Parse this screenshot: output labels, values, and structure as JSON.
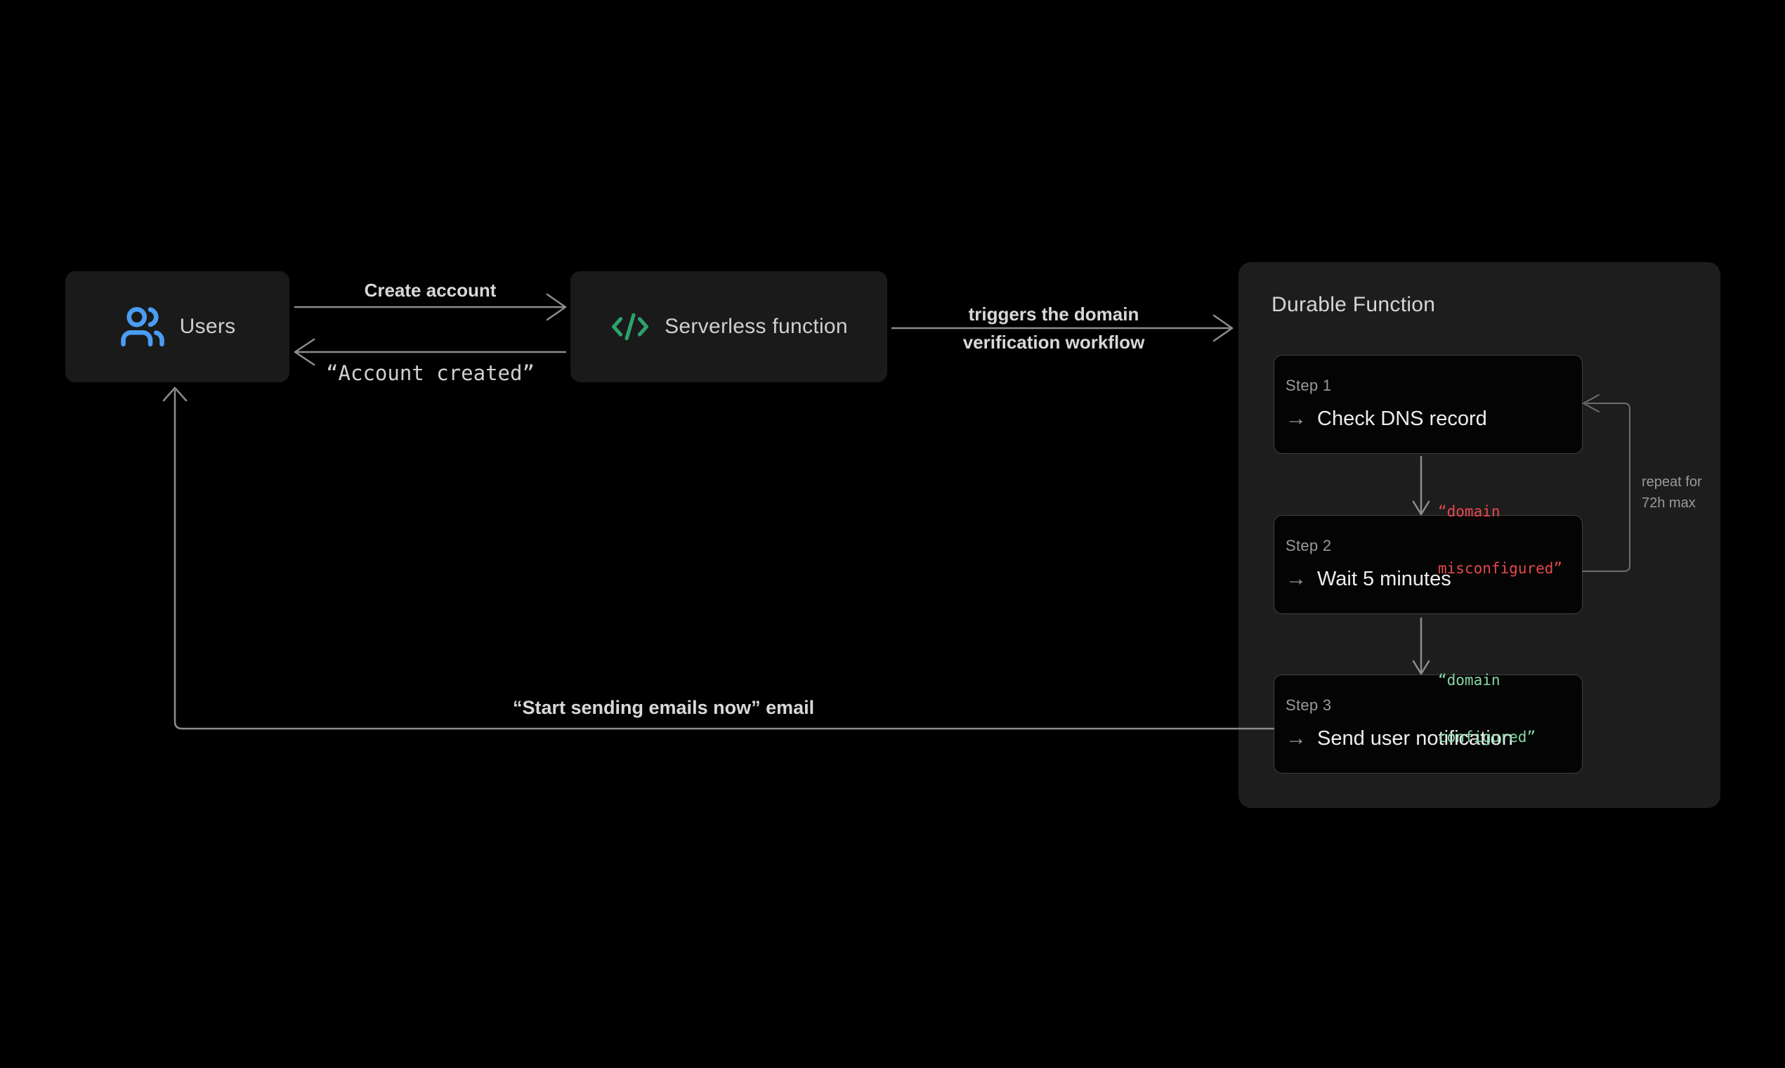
{
  "diagram": {
    "users_node": {
      "label": "Users"
    },
    "serverless_node": {
      "label": "Serverless function"
    },
    "edges": {
      "create_account": "Create account",
      "account_created": "“Account created”",
      "triggers_line1": "triggers the domain",
      "triggers_line2": "verification workflow",
      "start_sending_email": "“Start sending emails now” email",
      "misconfigured_line1": "“domain",
      "misconfigured_line2": "misconfigured”",
      "configured_line1": "“domain",
      "configured_line2": "configured”",
      "repeat_line1": "repeat for",
      "repeat_line2": "72h max"
    },
    "durable_function": {
      "title": "Durable Function",
      "steps": [
        {
          "name": "Step 1",
          "action": "Check DNS record"
        },
        {
          "name": "Step 2",
          "action": "Wait 5 minutes"
        },
        {
          "name": "Step 3",
          "action": "Send user notification"
        }
      ]
    },
    "icons": {
      "step_arrow": "→"
    },
    "colors": {
      "background": "#000000",
      "node_fill": "#1a1a1a",
      "panel_fill": "#1d1d1d",
      "step_fill": "#040404",
      "step_border": "#3f3f3f",
      "arrow_gray": "#8c8c8c",
      "loop_gray": "#6f6f6f",
      "users_icon_blue": "#4a9df3",
      "code_icon_green": "#2ba36a",
      "error_red": "#e5484d",
      "success_green": "#86d9a6"
    }
  }
}
